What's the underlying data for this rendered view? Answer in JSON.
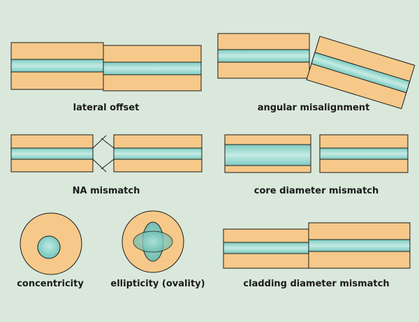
{
  "colors": {
    "background": "#d9e8db",
    "cladding": "#f6c98a",
    "core": "#86d3c9",
    "core_highlight": "#c4ebe4",
    "outline": "#1a1a1a"
  },
  "labels": {
    "lateral_offset": "lateral offset",
    "angular_misalignment": "angular misalignment",
    "na_mismatch": "NA mismatch",
    "core_diameter_mismatch": "core diameter mismatch",
    "concentricity": "concentricity",
    "ellipticity": "ellipticity (ovality)",
    "cladding_diameter_mismatch": "cladding diameter mismatch"
  }
}
